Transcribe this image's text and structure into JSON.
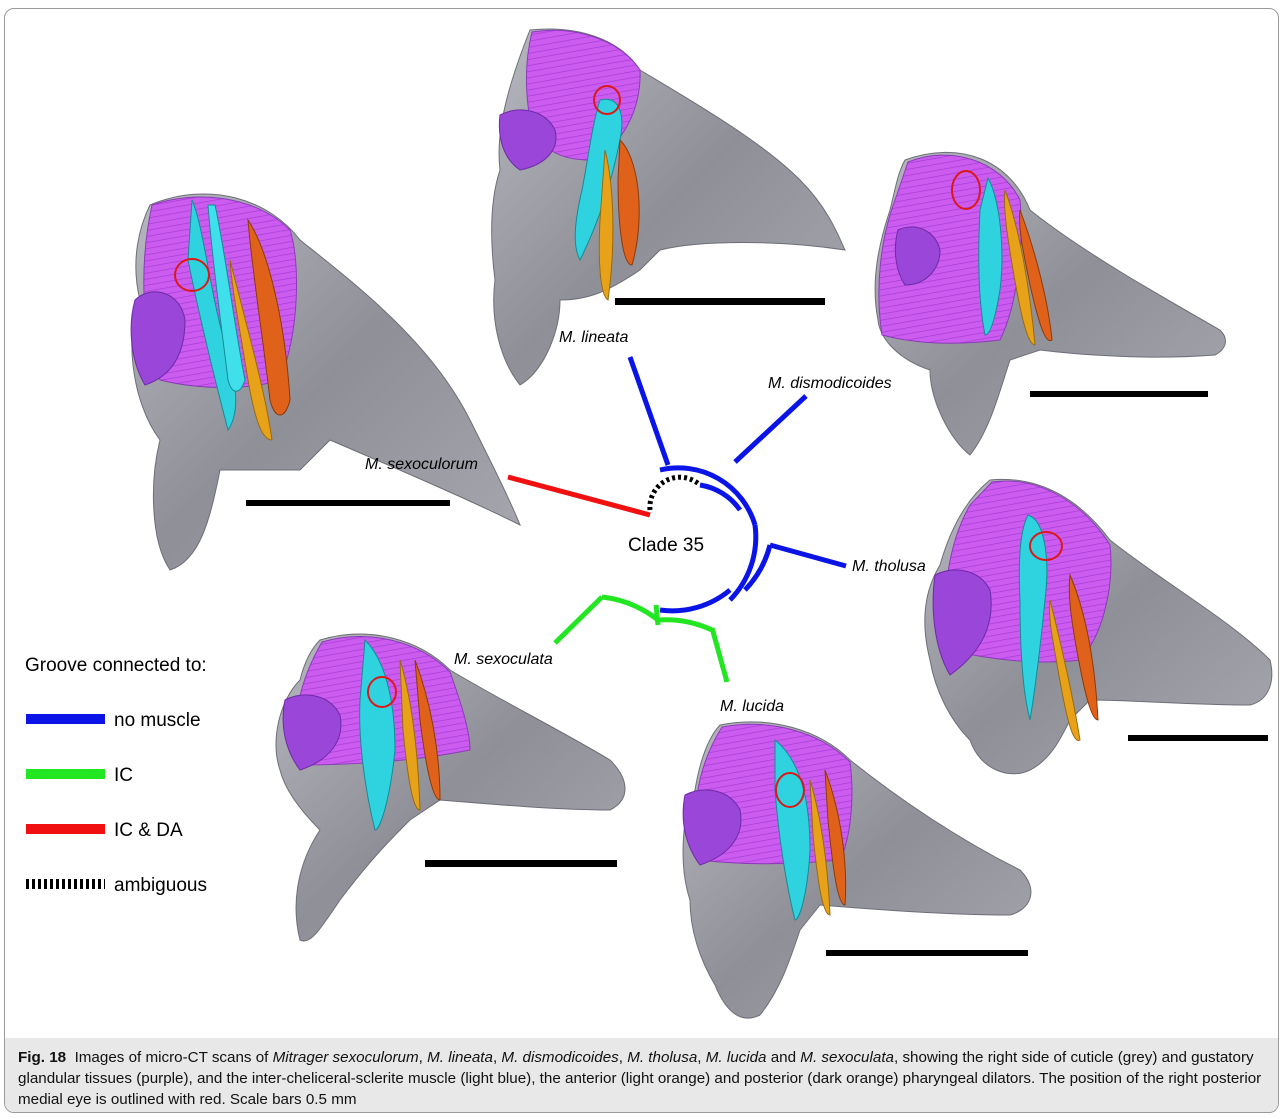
{
  "figure": {
    "clade_label": "Clade 35",
    "species": [
      {
        "key": "lineata",
        "label": "M. lineata",
        "group": "no muscle"
      },
      {
        "key": "dismodicoides",
        "label": "M. dismodicoides",
        "group": "no muscle"
      },
      {
        "key": "tholusa",
        "label": "M. tholusa",
        "group": "no muscle"
      },
      {
        "key": "lucida",
        "label": "M. lucida",
        "group": "IC"
      },
      {
        "key": "sexoculata",
        "label": "M. sexoculata",
        "group": "IC"
      },
      {
        "key": "sexoculorum",
        "label": "M. sexoculorum",
        "group": "IC & DA"
      }
    ],
    "legend": {
      "title": "Groove connected to:",
      "items": [
        {
          "label": "no muscle",
          "color": "#0a14e6",
          "style": "solid"
        },
        {
          "label": "IC",
          "color": "#22e622",
          "style": "solid"
        },
        {
          "label": "IC & DA",
          "color": "#f01010",
          "style": "solid"
        },
        {
          "label": "ambiguous",
          "color": "#000000",
          "style": "dashed"
        }
      ]
    },
    "colors": {
      "cuticle": "#9c9ca4",
      "glandular_tissue": "#c24fe8",
      "ic_muscle": "#2fd3e0",
      "anterior_dilator": "#e8a21a",
      "posterior_dilator": "#e0621a",
      "eye_outline": "#dd1818",
      "scale_bar": "#000000"
    }
  },
  "caption": {
    "label": "Fig. 18",
    "segments": [
      {
        "text": "Images of micro-CT scans of ",
        "italic": false
      },
      {
        "text": "Mitrager sexoculorum",
        "italic": true
      },
      {
        "text": ", ",
        "italic": false
      },
      {
        "text": "M. lineata",
        "italic": true
      },
      {
        "text": ", ",
        "italic": false
      },
      {
        "text": "M. dismodicoides",
        "italic": true
      },
      {
        "text": ", ",
        "italic": false
      },
      {
        "text": "M. tholusa",
        "italic": true
      },
      {
        "text": ", ",
        "italic": false
      },
      {
        "text": "M. lucida",
        "italic": true
      },
      {
        "text": " and ",
        "italic": false
      },
      {
        "text": "M. sexoculata",
        "italic": true
      },
      {
        "text": ", showing the right side of cuticle (grey) and gustatory glandular tissues (purple), and the inter-cheliceral-sclerite muscle (light blue), the anterior (light orange) and posterior (dark orange) pharyngeal dilators. The position of the right posterior medial eye is outlined with red. Scale bars 0.5 mm",
        "italic": false
      }
    ]
  }
}
